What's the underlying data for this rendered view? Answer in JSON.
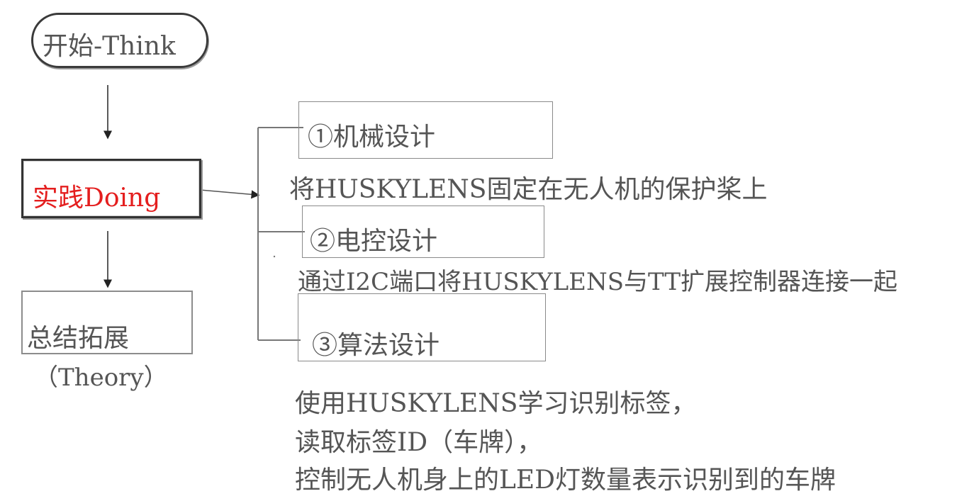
{
  "nodes": {
    "start": "开始-Think",
    "doing": "实践Doing",
    "theory": "总结拓展",
    "theory_sub": "（Theory）"
  },
  "branches": [
    {
      "title": "①机械设计",
      "description": [
        "将HUSKYLENS固定在无人机的保护桨上"
      ]
    },
    {
      "title": "②电控设计",
      "description": [
        "通过I2C端口将HUSKYLENS与TT扩展控制器连接一起"
      ]
    },
    {
      "title": "③算法设计",
      "description": [
        "使用HUSKYLENS学习识别标签，",
        "读取标签ID（车牌），",
        "控制无人机身上的LED灯数量表示识别到的车牌"
      ]
    }
  ],
  "colors": {
    "text": "#555555",
    "highlight": "#e41e1e",
    "border_dark": "#333333",
    "border_light": "#8a8a8a"
  }
}
